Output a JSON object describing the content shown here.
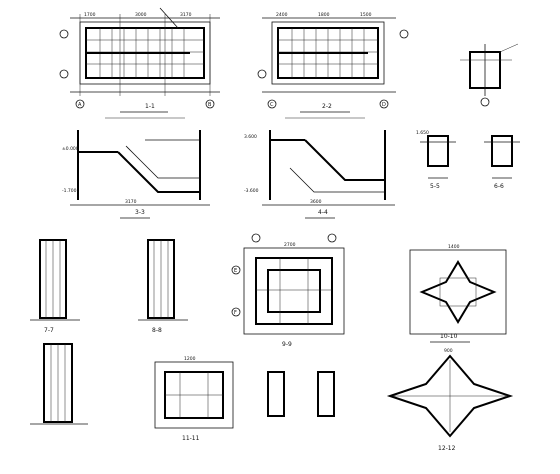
{
  "drawing": {
    "section_titles": [
      "1-1",
      "2-2",
      "3-3",
      "4-4",
      "5-5",
      "6-6",
      "7-7",
      "8-8",
      "9-9",
      "10-10",
      "11-11",
      "12-12"
    ],
    "axis_tags": [
      "A",
      "B",
      "C",
      "D",
      "E",
      "F"
    ],
    "dimension_labels": [
      "1700",
      "3000",
      "3170",
      "2400",
      "1800",
      "1500",
      "3170",
      "3600",
      "2700",
      "1400",
      "1200",
      "900"
    ],
    "elevation_labels": [
      "±0.000",
      "-1.700",
      "-3.600",
      "3.600",
      "1.650"
    ]
  }
}
